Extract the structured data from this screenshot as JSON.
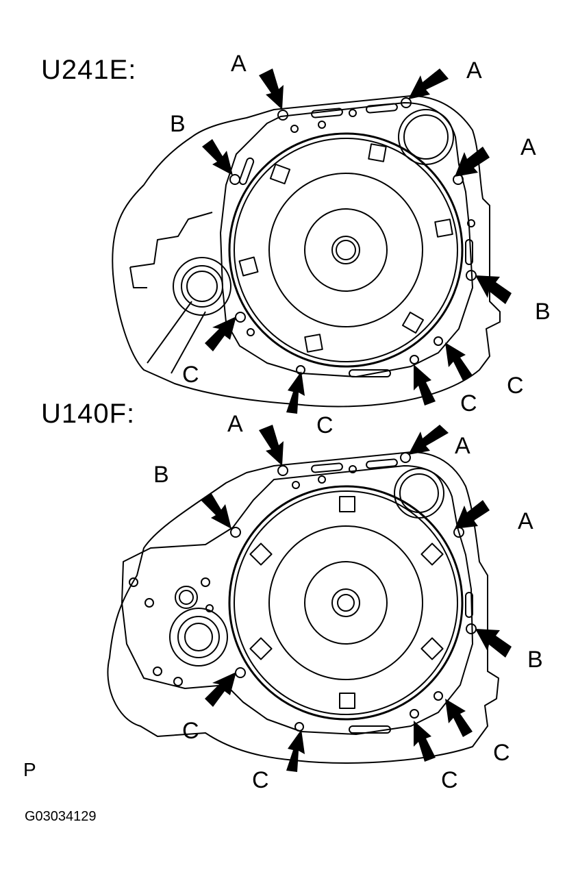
{
  "diagram": {
    "upper": {
      "model": "U241E:",
      "labels": {
        "a1": "A",
        "a2": "A",
        "a3": "A",
        "b1": "B",
        "b2": "B",
        "c1": "C",
        "c2": "C",
        "c3": "C",
        "c4": "C"
      }
    },
    "lower": {
      "model": "U140F:",
      "labels": {
        "a1": "A",
        "a2": "A",
        "a3": "A",
        "b1": "B",
        "b2": "B",
        "c1": "C",
        "c2": "C",
        "c3": "C",
        "c4": "C"
      }
    },
    "corner_mark": "P",
    "figure_code": "G03034129"
  }
}
